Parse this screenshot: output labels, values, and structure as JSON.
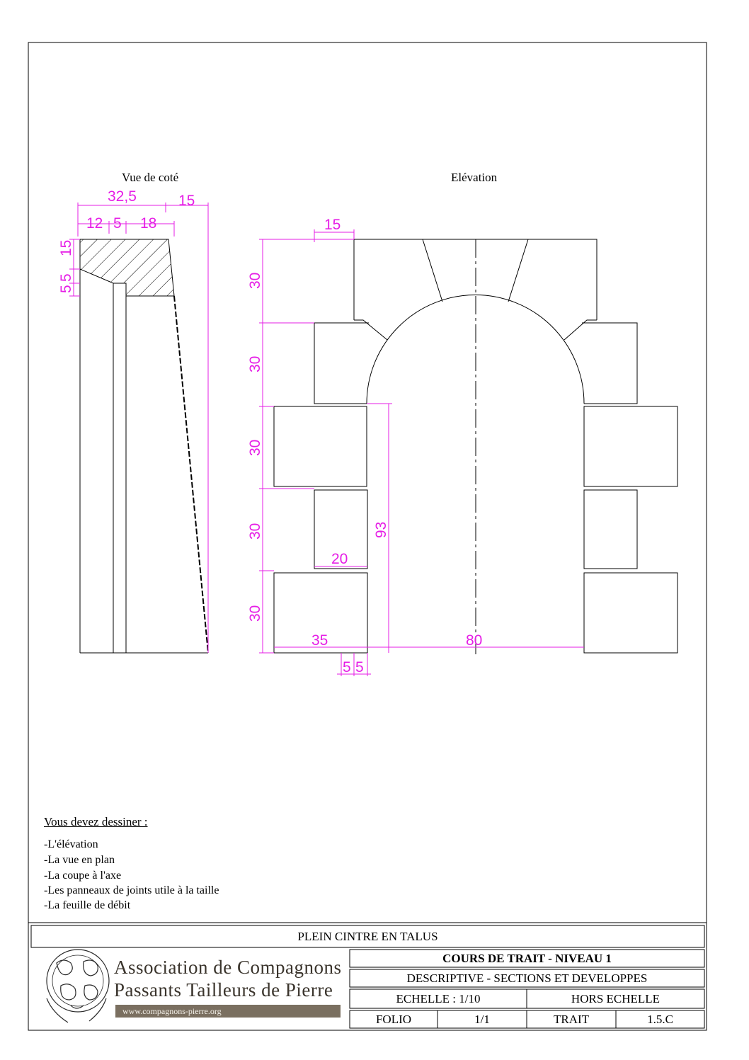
{
  "views": {
    "side_title": "Vue de coté",
    "elevation_title": "Elévation"
  },
  "dimensions": {
    "side": {
      "overall_width": "32,5",
      "batter": "15",
      "seg_a": "12",
      "seg_b": "5",
      "seg_c": "18",
      "height_top": "15",
      "height_small_a": "5",
      "height_small_b": "5"
    },
    "elevation": {
      "top_offset": "15",
      "course_1": "30",
      "course_2": "30",
      "course_3": "30",
      "course_4": "30",
      "course_5": "30",
      "jamb_height": "93",
      "block_depth": "20",
      "block_width": "35",
      "opening_width": "80",
      "rebate_a": "5",
      "rebate_b": "5"
    }
  },
  "instructions": {
    "heading": "Vous devez dessiner :",
    "items": [
      "-L'élévation",
      "-La vue en plan",
      "-La coupe à l'axe",
      "-Les panneaux de joints utile à la taille",
      "-La feuille de débit"
    ]
  },
  "title_block": {
    "title": "PLEIN CINTRE EN TALUS",
    "course": "COURS DE TRAIT - NIVEAU 1",
    "subject": "DESCRIPTIVE - SECTIONS ET DEVELOPPES",
    "scale": "ECHELLE : 1/10",
    "scale_note": "HORS ECHELLE",
    "folio_label": "FOLIO",
    "folio_value": "1/1",
    "trait_label": "TRAIT",
    "trait_value": "1.5.C"
  },
  "logo": {
    "line1": "Association de Compagnons",
    "line2": "Passants Tailleurs de Pierre",
    "url": "www.compagnons-pierre.org"
  },
  "colors": {
    "dimension": "#e61ee6",
    "line": "#000000"
  }
}
